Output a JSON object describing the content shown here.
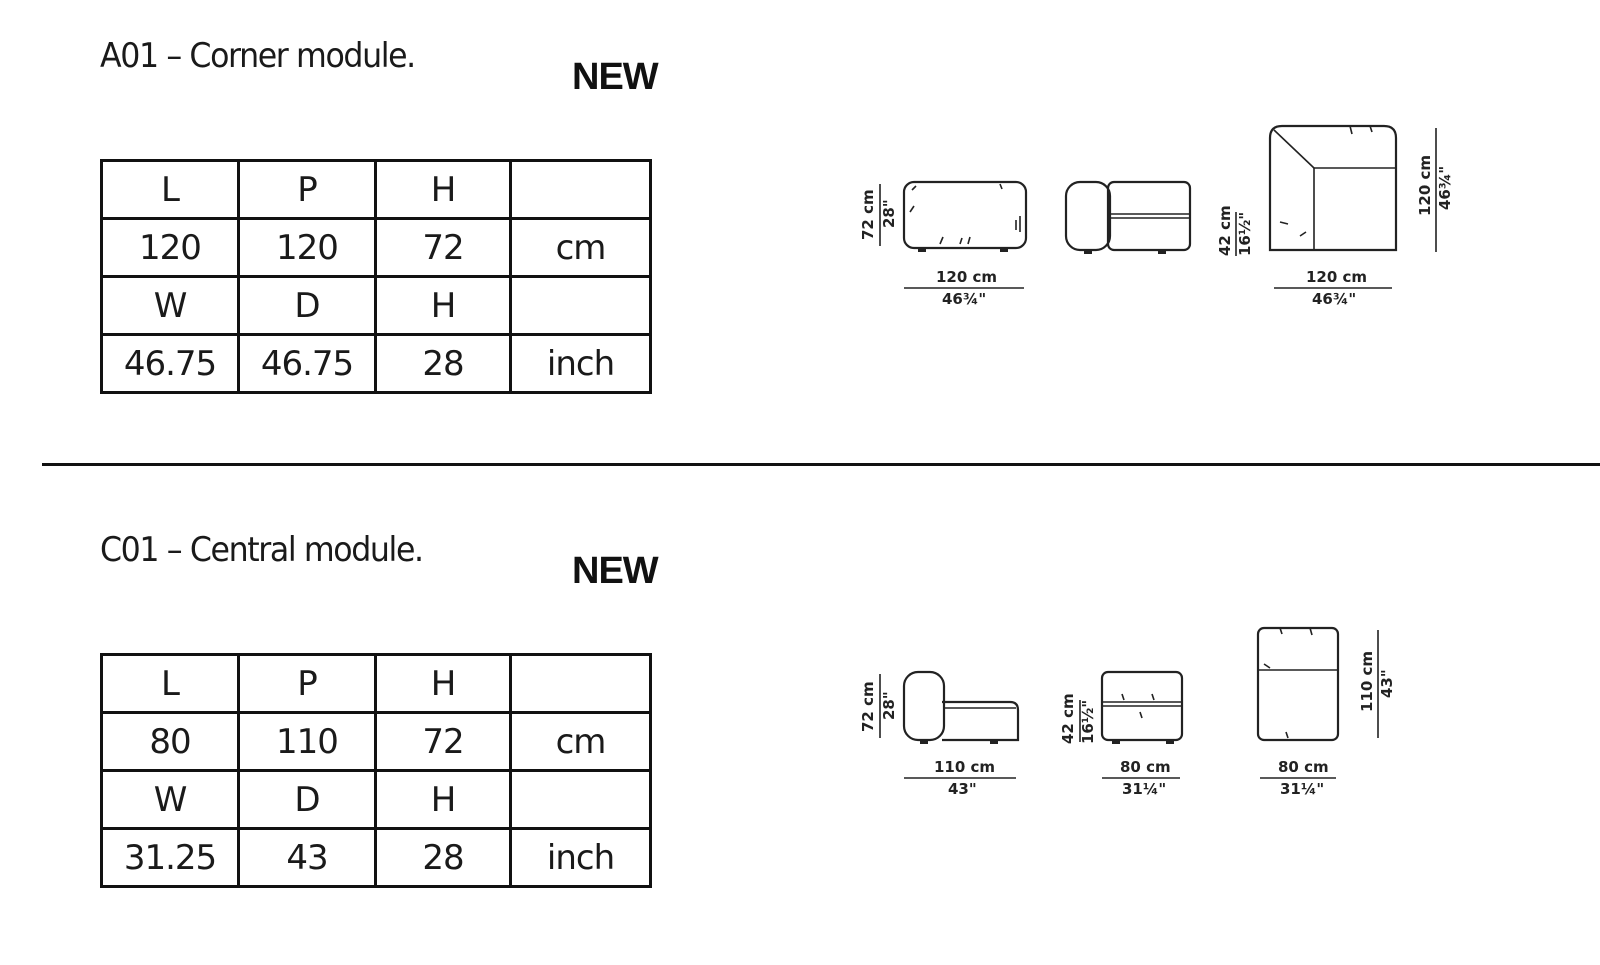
{
  "sections": [
    {
      "title": "A01 – Corner module.",
      "badge": "NEW",
      "table": [
        [
          "L",
          "P",
          "H",
          ""
        ],
        [
          "120",
          "120",
          "72",
          "cm"
        ],
        [
          "W",
          "D",
          "H",
          ""
        ],
        [
          "46.75",
          "46.75",
          "28",
          "inch"
        ]
      ],
      "drawing_labels": {
        "side_height_cm": "72 cm",
        "side_height_in": "28\"",
        "side_width_cm": "120 cm",
        "side_width_in": "46¾\"",
        "seat_height_cm": "42 cm",
        "seat_height_in": "16½\"",
        "plan_width_cm": "120 cm",
        "plan_width_in": "46¾\"",
        "plan_depth_cm": "120 cm",
        "plan_depth_in": "46¾\""
      }
    },
    {
      "title": "C01 – Central module.",
      "badge": "NEW",
      "table": [
        [
          "L",
          "P",
          "H",
          ""
        ],
        [
          "80",
          "110",
          "72",
          "cm"
        ],
        [
          "W",
          "D",
          "H",
          ""
        ],
        [
          "31.25",
          "43",
          "28",
          "inch"
        ]
      ],
      "drawing_labels": {
        "side_height_cm": "72 cm",
        "side_height_in": "28\"",
        "side_width_cm": "110 cm",
        "side_width_in": "43\"",
        "seat_height_cm": "42 cm",
        "seat_height_in": "16½\"",
        "front_width_cm": "80 cm",
        "front_width_in": "31¼\"",
        "plan_width_cm": "80 cm",
        "plan_width_in": "31¼\"",
        "plan_depth_cm": "110 cm",
        "plan_depth_in": "43\""
      }
    }
  ]
}
